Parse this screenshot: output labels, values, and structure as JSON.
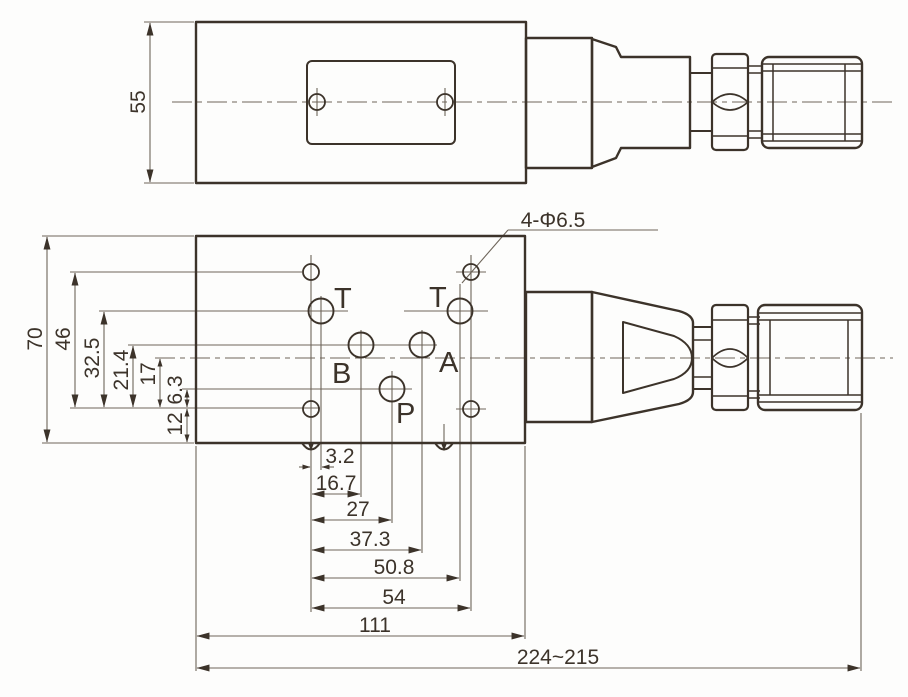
{
  "top_view": {
    "width_dim": "55"
  },
  "front_view": {
    "hole_note": "4-Φ6.5",
    "ports": [
      {
        "label": "T"
      },
      {
        "label": "T"
      },
      {
        "label": "B"
      },
      {
        "label": "A"
      },
      {
        "label": "P"
      }
    ],
    "vertical_dims": [
      {
        "label": "70"
      },
      {
        "label": "46"
      },
      {
        "label": "32.5"
      },
      {
        "label": "21.4"
      },
      {
        "label": "17"
      },
      {
        "label": "6.3"
      },
      {
        "label": "12"
      }
    ],
    "horizontal_dims": [
      {
        "label": "3.2"
      },
      {
        "label": "16.7"
      },
      {
        "label": "27"
      },
      {
        "label": "37.3"
      },
      {
        "label": "50.8"
      },
      {
        "label": "54"
      },
      {
        "label": "111"
      },
      {
        "label": "224~215"
      }
    ]
  },
  "colors": {
    "line": "#3c332a",
    "thin_line": "#6e655a",
    "background": "#fdfdfc"
  }
}
